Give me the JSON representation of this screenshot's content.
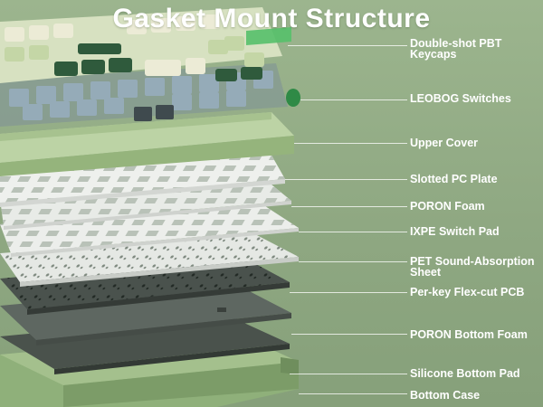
{
  "title": "Gasket Mount Structure",
  "colors": {
    "background": "#8fa882",
    "keycap_cream": "#e8e6cf",
    "keycap_green_light": "#c9d9a9",
    "keycap_green_dark": "#2f5a3c",
    "switch_blue": "#93a7b4",
    "upper_cover": "#a8c48f",
    "plate_white": "#e6e9e6",
    "pcb_dark": "#3d4640",
    "bottom_case": "#8fb07a",
    "label_text": "#ffffff"
  },
  "layers": [
    {
      "id": "keycaps",
      "label": "Double-shot PBT Keycaps"
    },
    {
      "id": "switches",
      "label": "LEOBOG Switches"
    },
    {
      "id": "upper-cover",
      "label": "Upper Cover"
    },
    {
      "id": "plate",
      "label": "Slotted PC Plate"
    },
    {
      "id": "poron-foam",
      "label": "PORON Foam"
    },
    {
      "id": "ixpe",
      "label": "IXPE Switch Pad"
    },
    {
      "id": "pet",
      "label": "PET Sound-Absorption Sheet"
    },
    {
      "id": "pcb",
      "label": "Per-key Flex-cut PCB"
    },
    {
      "id": "bottom-foam",
      "label": "PORON Bottom Foam"
    },
    {
      "id": "silicone",
      "label": "Silicone Bottom Pad"
    },
    {
      "id": "bottom-case",
      "label": "Bottom Case"
    }
  ]
}
